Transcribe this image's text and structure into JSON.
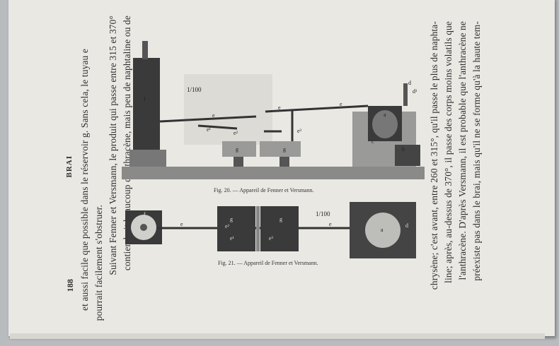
{
  "header": {
    "page_number": "188",
    "running_title": "BRAI"
  },
  "left_column": {
    "lines": [
      "et aussi facile que possible dans le réservoir g. Sans cela, le tuyau e",
      "pourrait facilement s'obstruer.",
      "Suivant Fenner et Versmann, le produit qui passe entre 315 et 370°",
      "contiendrait beaucoup d'anthracène, mais peu de naphtaline ou de"
    ]
  },
  "right_column": {
    "lines": [
      "chrysène; c'est avant, entre 260 et 315°, qu'il passe le plus de naphta-",
      "line; après, au-dessus de 370°, il passe des corps moins volatils que",
      "l'anthracène. D'après Versmann, il est probable que l'anthracène ne",
      "préexiste pas dans le brai, mais qu'il ne se forme qu'à la haute tem-"
    ]
  },
  "figures": [
    {
      "caption": "Fig. 20. — Appareil de Fenner et Versmann.",
      "scale": "1/100",
      "labels": [
        "f",
        "e",
        "e¹",
        "e²",
        "e³",
        "e",
        "e",
        "d",
        "d¹",
        "a",
        "c",
        "b",
        "g",
        "g"
      ]
    },
    {
      "caption": "Fig. 21. — Appareil de Fenner et Versmann.",
      "scale": "1/100",
      "labels": [
        "f",
        "e",
        "g",
        "g",
        "e¹",
        "e²",
        "e³",
        "e",
        "a",
        "d"
      ]
    }
  ]
}
